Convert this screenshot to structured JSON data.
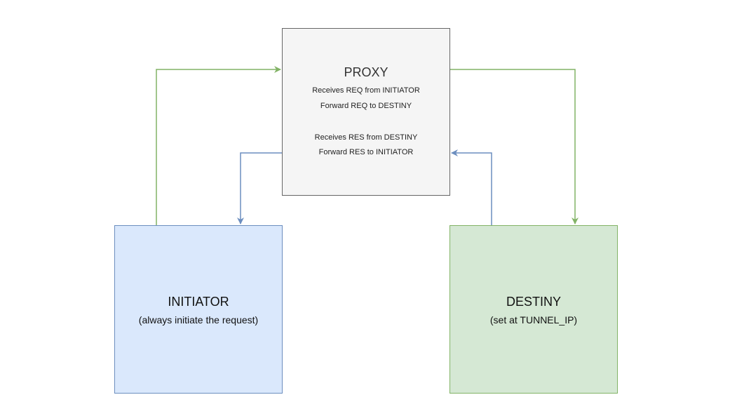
{
  "proxy": {
    "title": "PROXY",
    "lines": [
      "Receives REQ from INITIATOR",
      "Forward REQ to DESTINY",
      "Receives RES from DESTINY",
      "Forward RES to INITIATOR"
    ]
  },
  "initiator": {
    "title": "INITIATOR",
    "subtitle": "(always initiate the request)"
  },
  "destiny": {
    "title": "DESTINY",
    "subtitle": "(set at TUNNEL_IP)"
  },
  "colors": {
    "request_arrow": "#82b366",
    "response_arrow": "#6c8ebf",
    "proxy_fill": "#f5f5f5",
    "proxy_stroke": "#666666",
    "initiator_fill": "#dae8fc",
    "initiator_stroke": "#6c8ebf",
    "destiny_fill": "#d5e8d4",
    "destiny_stroke": "#82b366"
  }
}
